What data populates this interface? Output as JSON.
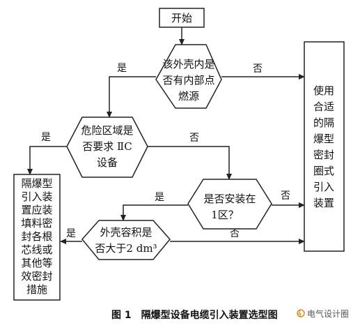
{
  "start": {
    "label": "开始"
  },
  "decision1": {
    "lines": [
      "该外壳内是",
      "否有内部点",
      "燃源"
    ]
  },
  "decision2": {
    "lines": [
      "危险区域是",
      "否要求 ⅡC",
      "设备"
    ]
  },
  "decision3": {
    "lines": [
      "是否安装在",
      "1区？"
    ]
  },
  "decision4": {
    "lines": [
      "外壳容积是",
      "否大于2 dm³"
    ]
  },
  "right_box": {
    "lines": [
      "使用",
      "合适",
      "的隔",
      "爆型",
      "密封",
      "圈式",
      "引入",
      "装置"
    ]
  },
  "left_box": {
    "lines": [
      "隔爆型",
      "引入装",
      "置应装",
      "填料密",
      "封各根",
      "芯线或",
      "其他等",
      "效密封",
      "措施"
    ]
  },
  "edge_labels": {
    "d1_yes": "是",
    "d1_no": "否",
    "d2_yes": "是",
    "d2_no": "否",
    "d3_yes": "是",
    "d3_no": "否",
    "d4_yes": "是",
    "d4_no": "否"
  },
  "caption": "图 1　隔爆型设备电缆引入装置选型图",
  "watermark": "电气设计圈",
  "colors": {
    "line": "#222222",
    "bg": "#ffffff",
    "watermark_icon": "#e08a1e"
  }
}
